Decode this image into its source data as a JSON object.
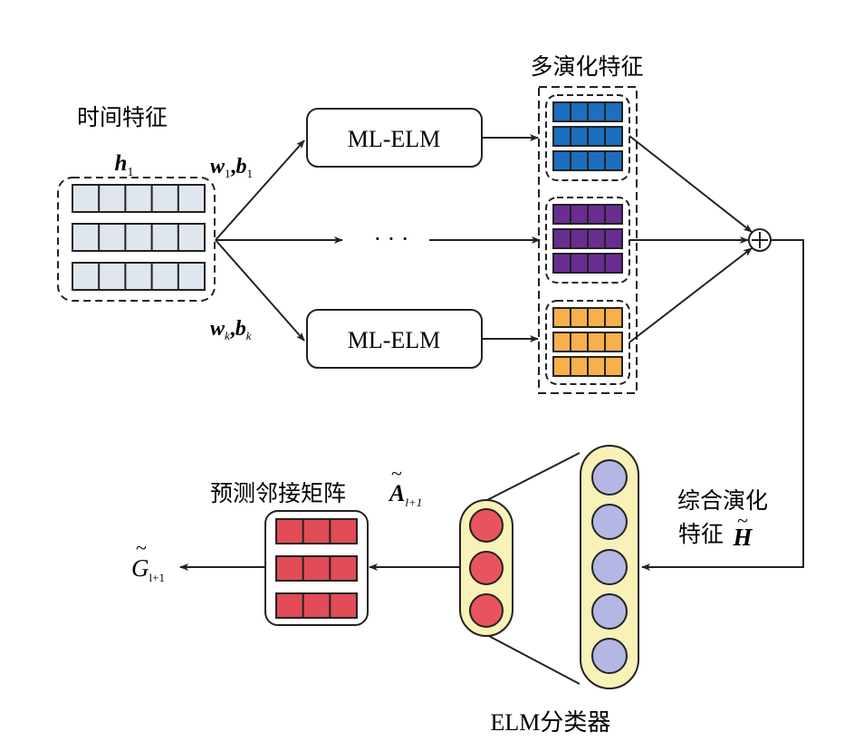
{
  "input": {
    "title": "时间特征",
    "var": "h",
    "var_sub": "1",
    "bar_fill": "#dfe6ee"
  },
  "weights": {
    "top": {
      "w": "w",
      "w_sub": "1",
      "sep": ",",
      "b": "b",
      "b_sub": "1"
    },
    "bottom": {
      "w": "w",
      "w_sub": "k",
      "sep": ",",
      "b": "b",
      "b_sub": "k"
    }
  },
  "elm_boxes": {
    "top_label": "ML-ELM",
    "bottom_label": "ML-ELM"
  },
  "ellipsis": "· · ·",
  "multi_features": {
    "title": "多演化特征",
    "colors": {
      "top": "#1a6fbf",
      "middle": "#6a2c91",
      "bottom": "#f7b04a"
    }
  },
  "sum_symbol": "+",
  "combined": {
    "line1": "综合演化",
    "line2": "特征",
    "var": "H",
    "tilde": "~"
  },
  "classifier": {
    "label": "ELM分类器",
    "left_node_color": "#e8545d",
    "right_node_color": "#b4b6e4",
    "column_bg": "#f8f1b8"
  },
  "adjacency": {
    "title": "预测邻接矩阵",
    "var": "A",
    "var_sub": "l+1",
    "tilde": "~",
    "cell_color": "#e14c56"
  },
  "output": {
    "var": "G",
    "var_sub": "l+1",
    "tilde": "~"
  }
}
